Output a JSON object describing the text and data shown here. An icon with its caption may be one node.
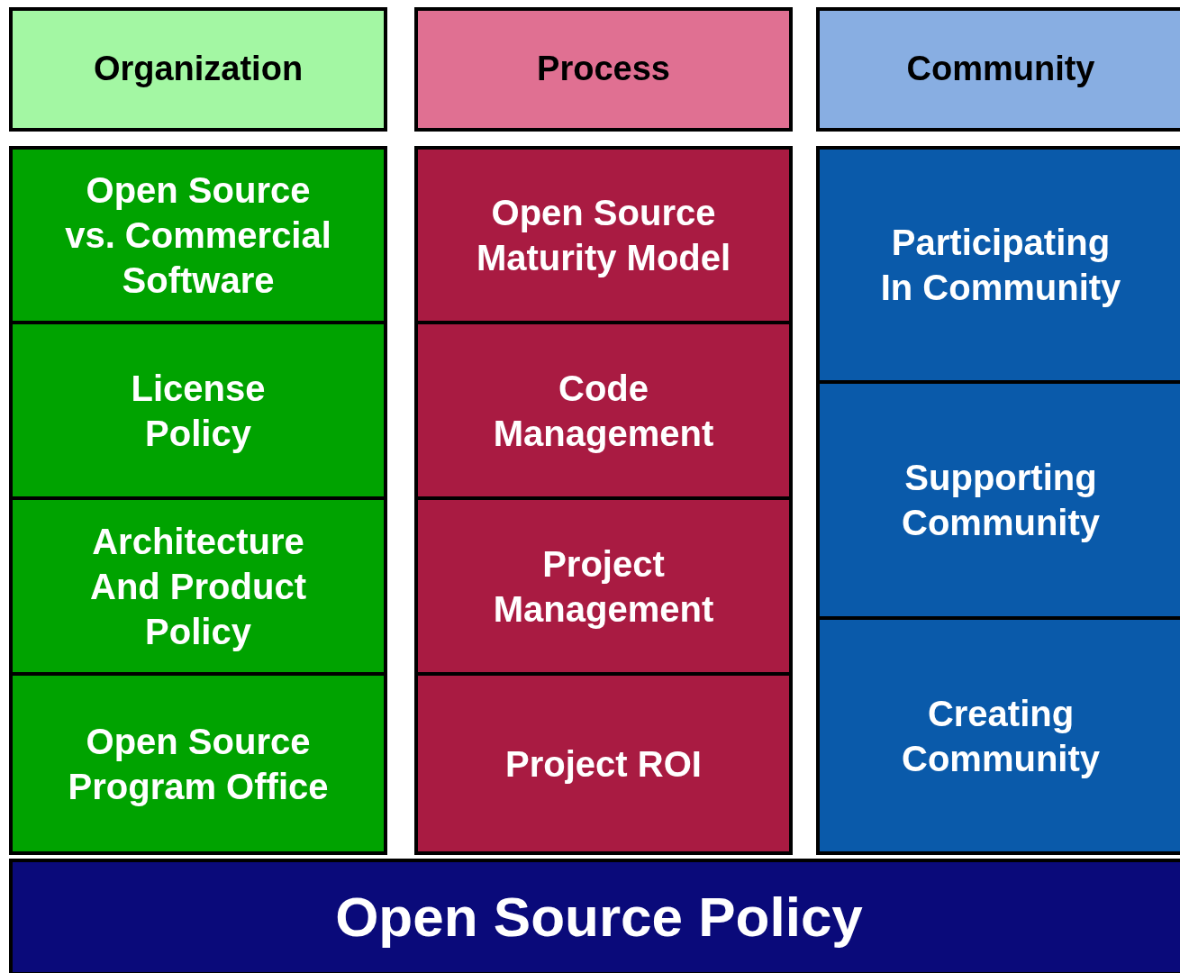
{
  "diagram": {
    "nodes": [
      {
        "text": [
          "Organization"
        ]
      },
      {
        "text": [
          "Process"
        ]
      },
      {
        "text": [
          "Community"
        ]
      },
      {
        "text": [
          "Open Source vs. Commercial Software"
        ]
      },
      {
        "text": [
          "License Policy"
        ]
      },
      {
        "text": [
          "Architecture And Product Policy"
        ]
      },
      {
        "text": [
          "Open Source Program Office"
        ]
      },
      {
        "text": [
          "Open Source Maturity Model"
        ]
      },
      {
        "text": [
          "Code Management"
        ]
      },
      {
        "text": [
          "Project Management"
        ]
      },
      {
        "text": [
          "Project ROI"
        ]
      },
      {
        "text": [
          "Participating In Community"
        ]
      },
      {
        "text": [
          "Supporting Community"
        ]
      },
      {
        "text": [
          "Creating Community"
        ]
      },
      {
        "text": [
          "Open Source Policy"
        ]
      }
    ]
  }
}
